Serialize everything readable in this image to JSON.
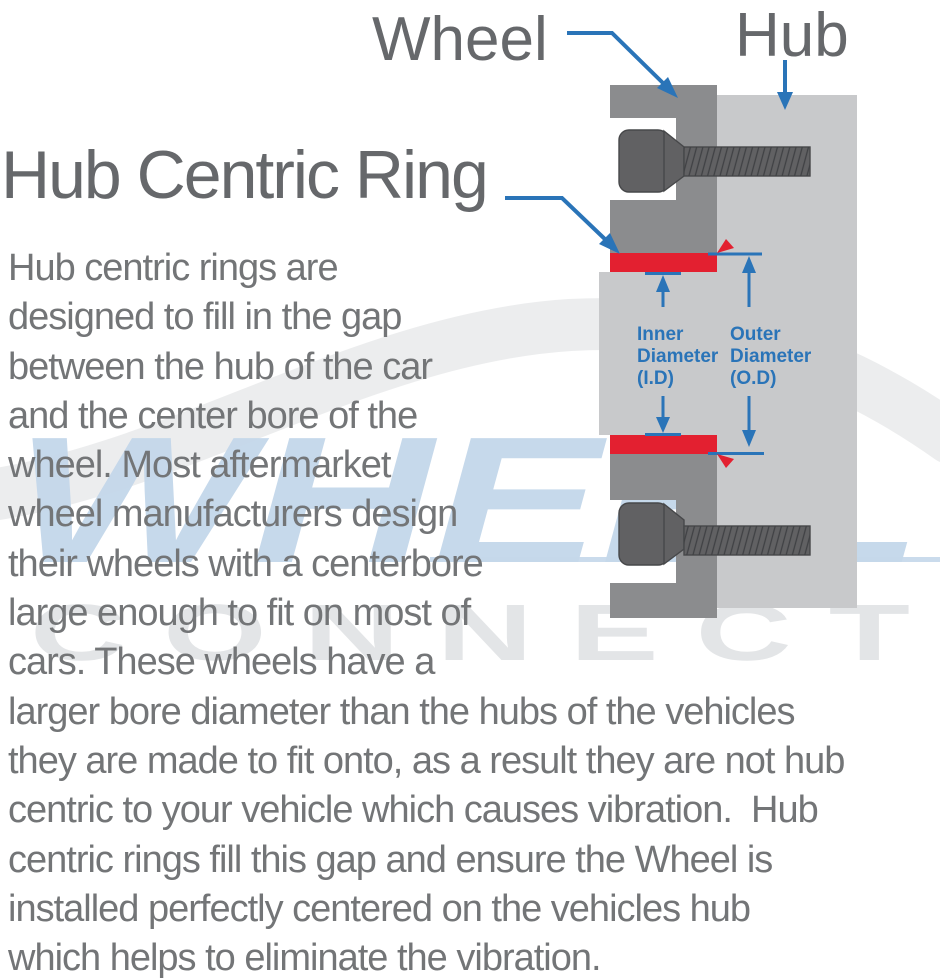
{
  "callouts": {
    "wheel": "Wheel",
    "hub": "Hub",
    "hub_centric_ring": "Hub Centric Ring"
  },
  "dimensions": {
    "inner": [
      "Inner",
      "Diameter",
      "(I.D)"
    ],
    "outer": [
      "Outer",
      "Diameter",
      "(O.D)"
    ]
  },
  "paragraph": {
    "lines": [
      "Hub centric rings are",
      "designed to fill in the gap",
      "between the hub of the car",
      "and the center bore of the",
      "wheel. Most aftermarket",
      "wheel manufacturers design",
      "their wheels with a centerbore",
      "large enough to fit on most of",
      "cars. These wheels have a",
      "larger bore diameter than the hubs of the vehicles",
      "they are made to fit onto, as a result they are not hub",
      "centric to your vehicle which causes vibration.  Hub",
      "centric rings fill this gap and ensure the Wheel is",
      "installed perfectly centered on the vehicles hub",
      "which helps to eliminate the vibration."
    ]
  },
  "watermark": {
    "word": "WHEEL",
    "subword": "C  O  N  N  E  C  T"
  },
  "colors": {
    "accent_blue": "#2a74b8",
    "ring_red": "#e32030",
    "wheel_gray": "#8b8c8e",
    "hub_gray": "#c8c9cb",
    "bolt_gray": "#616163",
    "heading_gray": "#66686b",
    "body_gray": "#737577",
    "watermark_blue": "#c4d7ea",
    "watermark_gray": "#dfe1e3",
    "swoosh_gray": "#eaebec"
  }
}
